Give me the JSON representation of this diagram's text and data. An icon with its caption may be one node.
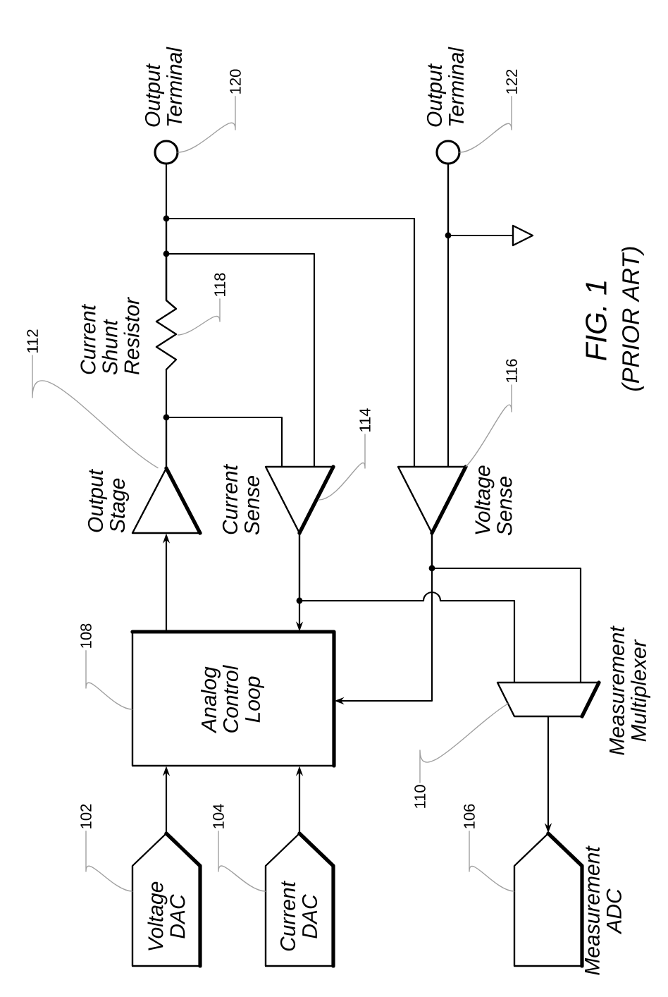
{
  "diagram": {
    "labels": [
      "FIG. 1",
      "(PRIOR ART)"
    ],
    "nodes": [
      {
        "text": [
          "Output Terminal"
        ]
      },
      {
        "text": [
          "Output Terminal"
        ]
      },
      {
        "text": [],
        "shape": "triangle"
      },
      {
        "text": [
          "Current Shunt Resistor"
        ]
      },
      {
        "text": [
          "Output Stage"
        ]
      },
      {
        "text": [
          "Current Sense"
        ]
      },
      {
        "text": [
          "Voltage Sense"
        ]
      },
      {
        "text": [
          "Analog Control Loop"
        ]
      },
      {
        "text": [
          "Measurement Multiplexer"
        ]
      },
      {
        "text": [
          "Voltage DAC"
        ]
      },
      {
        "text": [
          "Current DAC"
        ]
      },
      {
        "text": [
          "Measurement ADC"
        ]
      },
      {
        "text": [
          "120"
        ]
      },
      {
        "text": [
          "122"
        ]
      },
      {
        "text": [
          "118"
        ]
      },
      {
        "text": [
          "112"
        ]
      },
      {
        "text": [
          "114"
        ]
      },
      {
        "text": [
          "116"
        ]
      },
      {
        "text": [
          "108"
        ]
      },
      {
        "text": [
          "110"
        ]
      },
      {
        "text": [
          "102"
        ]
      },
      {
        "text": [
          "104"
        ]
      },
      {
        "text": [
          "106"
        ]
      }
    ],
    "edges": [
      {
        "from": 9,
        "to": 7,
        "arrow": "to"
      },
      {
        "from": 10,
        "to": 7,
        "arrow": "to"
      },
      {
        "from": 7,
        "to": 4,
        "arrow": "to"
      },
      {
        "from": 4,
        "to": 3,
        "arrow": "none"
      },
      {
        "from": 4,
        "to": 5,
        "arrow": "none"
      },
      {
        "from": 3,
        "to": 0,
        "arrow": "none"
      },
      {
        "from": 3,
        "to": 5,
        "arrow": "none"
      },
      {
        "from": 3,
        "to": 6,
        "arrow": "none"
      },
      {
        "from": 1,
        "to": 6,
        "arrow": "none"
      },
      {
        "from": 1,
        "to": 2,
        "arrow": "none"
      },
      {
        "from": 5,
        "to": 7,
        "arrow": "to"
      },
      {
        "from": 5,
        "to": 8,
        "arrow": "none"
      },
      {
        "from": 6,
        "to": 7,
        "arrow": "to"
      },
      {
        "from": 6,
        "to": 8,
        "arrow": "none"
      },
      {
        "from": 8,
        "to": 11,
        "arrow": "to"
      },
      {
        "from": 12,
        "to": 0,
        "arrow": "none",
        "color": "#a0a0a0"
      },
      {
        "from": 13,
        "to": 1,
        "arrow": "none",
        "color": "#a0a0a0"
      },
      {
        "from": 14,
        "to": 3,
        "arrow": "none",
        "color": "#a0a0a0"
      },
      {
        "from": 15,
        "to": 4,
        "arrow": "none",
        "color": "#a0a0a0"
      },
      {
        "from": 16,
        "to": 5,
        "arrow": "none",
        "color": "#a0a0a0"
      },
      {
        "from": 17,
        "to": 6,
        "arrow": "none",
        "color": "#a0a0a0"
      },
      {
        "from": 18,
        "to": 7,
        "arrow": "none",
        "color": "#a0a0a0"
      },
      {
        "from": 19,
        "to": 8,
        "arrow": "none",
        "color": "#a0a0a0"
      },
      {
        "from": 20,
        "to": 9,
        "arrow": "none",
        "color": "#a0a0a0"
      },
      {
        "from": 21,
        "to": 10,
        "arrow": "none",
        "color": "#a0a0a0"
      },
      {
        "from": 22,
        "to": 11,
        "arrow": "none",
        "color": "#a0a0a0"
      }
    ]
  }
}
